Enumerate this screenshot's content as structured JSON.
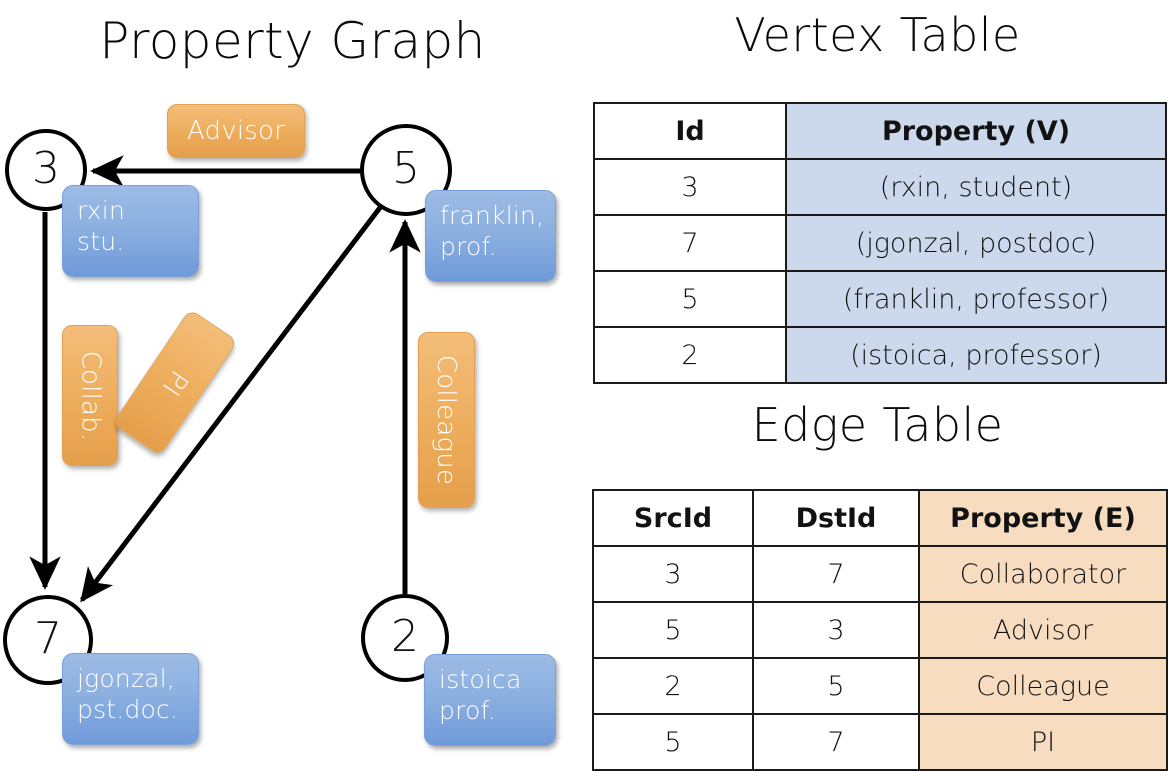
{
  "titles": {
    "graph": "Property Graph",
    "vertex_table": "Vertex Table",
    "edge_table": "Edge Table"
  },
  "graph": {
    "nodes": [
      {
        "id": "3",
        "name": "rxin",
        "role": "stu."
      },
      {
        "id": "5",
        "name": "franklin,",
        "role": "prof."
      },
      {
        "id": "7",
        "name": "jgonzal,",
        "role": "pst.doc."
      },
      {
        "id": "2",
        "name": "istoica",
        "role": "prof."
      }
    ],
    "edge_labels": [
      {
        "key": "advisor",
        "text": "Advisor"
      },
      {
        "key": "collab",
        "text": "Collab."
      },
      {
        "key": "pi",
        "text": "PI"
      },
      {
        "key": "colleague",
        "text": "Colleague"
      }
    ],
    "edges": [
      {
        "from": "5",
        "to": "3",
        "label": "Advisor"
      },
      {
        "from": "3",
        "to": "7",
        "label": "Collab."
      },
      {
        "from": "5",
        "to": "7",
        "label": "PI"
      },
      {
        "from": "2",
        "to": "5",
        "label": "Colleague"
      }
    ]
  },
  "vertex_table": {
    "headers": [
      "Id",
      "Property (V)"
    ],
    "rows": [
      {
        "id": "3",
        "property": "(rxin, student)"
      },
      {
        "id": "7",
        "property": "(jgonzal, postdoc)"
      },
      {
        "id": "5",
        "property": "(franklin, professor)"
      },
      {
        "id": "2",
        "property": "(istoica, professor)"
      }
    ]
  },
  "edge_table": {
    "headers": [
      "SrcId",
      "DstId",
      "Property (E)"
    ],
    "rows": [
      {
        "src": "3",
        "dst": "7",
        "property": "Collaborator"
      },
      {
        "src": "5",
        "dst": "3",
        "property": "Advisor"
      },
      {
        "src": "2",
        "dst": "5",
        "property": "Colleague"
      },
      {
        "src": "5",
        "dst": "7",
        "property": "PI"
      }
    ]
  },
  "colors": {
    "vertex_property_fill": "#ccd9ed",
    "edge_property_fill": "#f7dcc0",
    "node_box_fill": "#8cb0e0",
    "edge_label_fill": "#eeae5e",
    "stroke": "#000000"
  }
}
